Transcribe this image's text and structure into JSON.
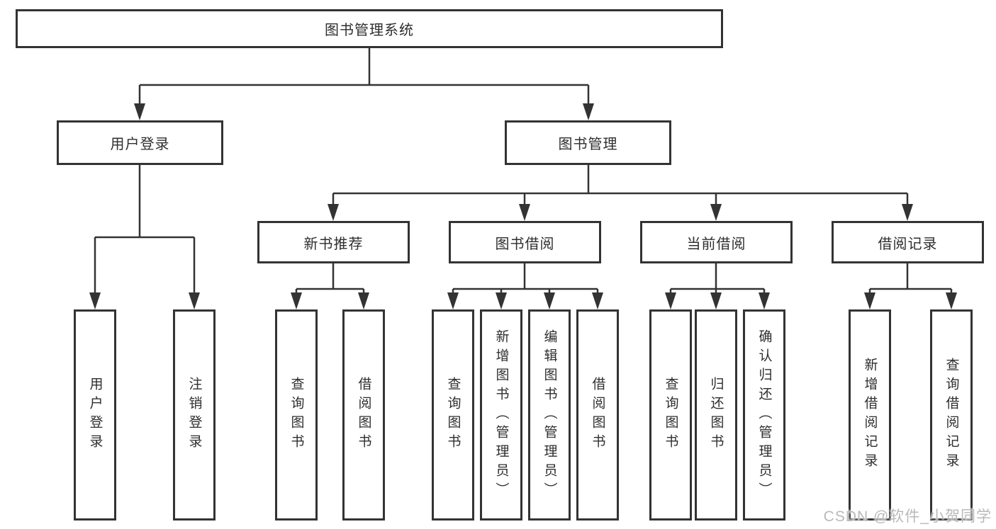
{
  "diagram": {
    "root": {
      "label": "图书管理系统"
    },
    "level2": {
      "user_login": {
        "label": "用户登录",
        "children": [
          {
            "label": "用户登录"
          },
          {
            "label": "注销登录"
          }
        ]
      },
      "book_management": {
        "label": "图书管理"
      }
    },
    "level3": {
      "new_book_recommend": {
        "label": "新书推荐",
        "children": [
          {
            "label": "查询图书"
          },
          {
            "label": "借阅图书"
          }
        ]
      },
      "book_borrowing": {
        "label": "图书借阅",
        "children": [
          {
            "label": "查询图书"
          },
          {
            "label": "新增图书（管理员）"
          },
          {
            "label": "编辑图书（管理员）"
          },
          {
            "label": "借阅图书"
          }
        ]
      },
      "current_borrowing": {
        "label": "当前借阅",
        "children": [
          {
            "label": "查询图书"
          },
          {
            "label": "归还图书"
          },
          {
            "label": "确认归还（管理员）"
          }
        ]
      },
      "borrowing_records": {
        "label": "借阅记录",
        "children": [
          {
            "label": "新增借阅记录"
          },
          {
            "label": "查询借阅记录"
          }
        ]
      }
    }
  },
  "watermark": {
    "text": "CSDN @软件_小贺同学"
  },
  "colors": {
    "line": "#333333",
    "box_border": "#333333",
    "text": "#2e2e2e",
    "watermark": "#b9b9b9",
    "background": "#ffffff"
  }
}
